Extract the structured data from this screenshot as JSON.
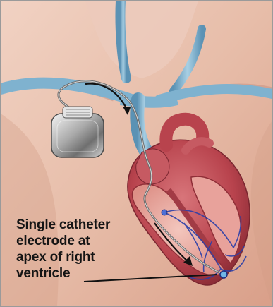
{
  "figure": {
    "label_lines": [
      "Single catheter",
      "electrode at",
      "apex of right",
      "ventricle"
    ]
  },
  "colors": {
    "skin": "#e9c2b0",
    "skin_shadow": "#c9917f",
    "vein": "#86b6d2",
    "vein_dark": "#4f86a8",
    "heart": "#c24e57",
    "heart_dark": "#8f2e37",
    "heart_inner": "#e8a29b",
    "lead_wire": "#5a5a5a",
    "conduction": "#2b3fa8",
    "device_metal": "#b8b8b8"
  }
}
